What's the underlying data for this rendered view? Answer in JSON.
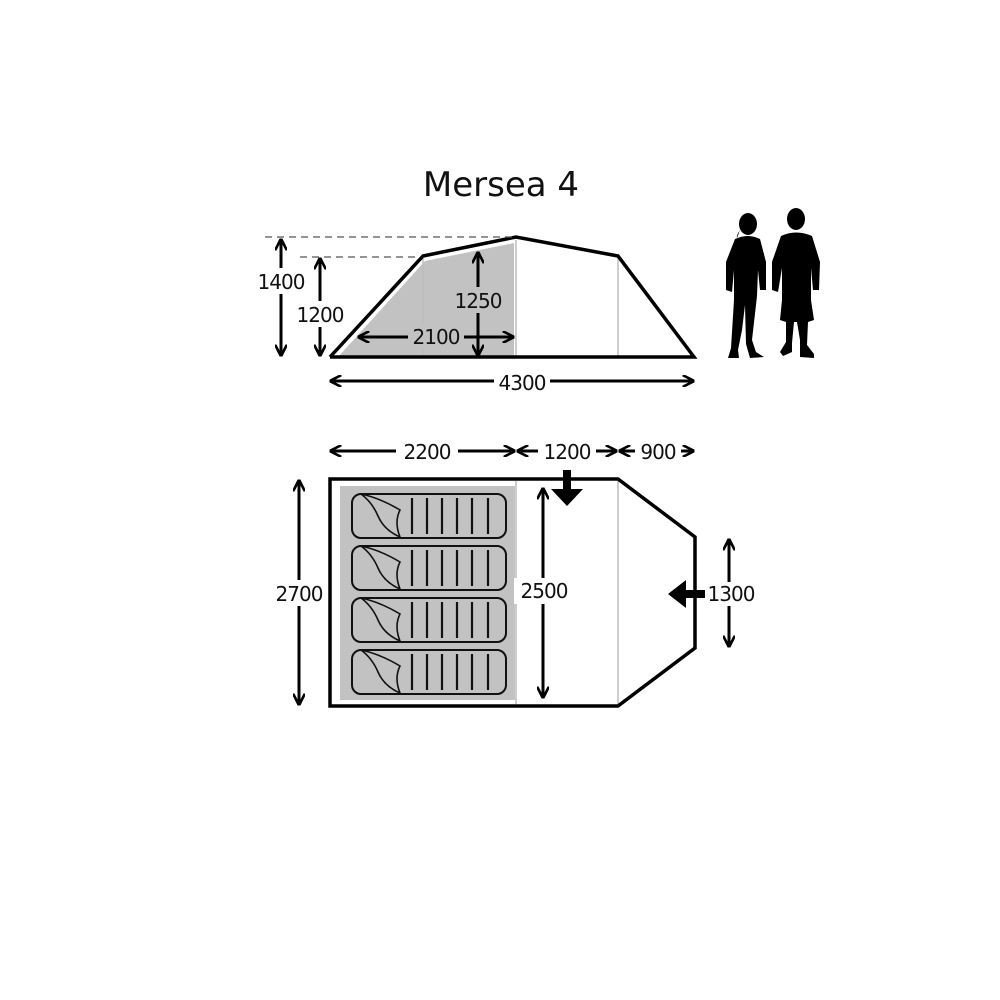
{
  "title": "Mersea 4",
  "colors": {
    "outline": "#000000",
    "sleeping_area_fill": "#c2c2c2",
    "divider": "#bdbdbd",
    "background": "#ffffff"
  },
  "side_view": {
    "label": "Side elevation",
    "dimensions": {
      "total_height": "1400",
      "shoulder_height": "1200",
      "inner_height": "1250",
      "inner_length": "2100",
      "total_length": "4300"
    }
  },
  "people_silhouettes": {
    "label": "Scale figures",
    "count": 2
  },
  "floor_plan": {
    "label": "Floor plan",
    "dimensions": {
      "bedroom_length": "2200",
      "living_length": "1200",
      "porch_length": "900",
      "total_width": "2700",
      "inner_width": "2500",
      "porch_end_width": "1300"
    },
    "sleeping_bags": 4,
    "doors": [
      "side door",
      "front door"
    ]
  }
}
